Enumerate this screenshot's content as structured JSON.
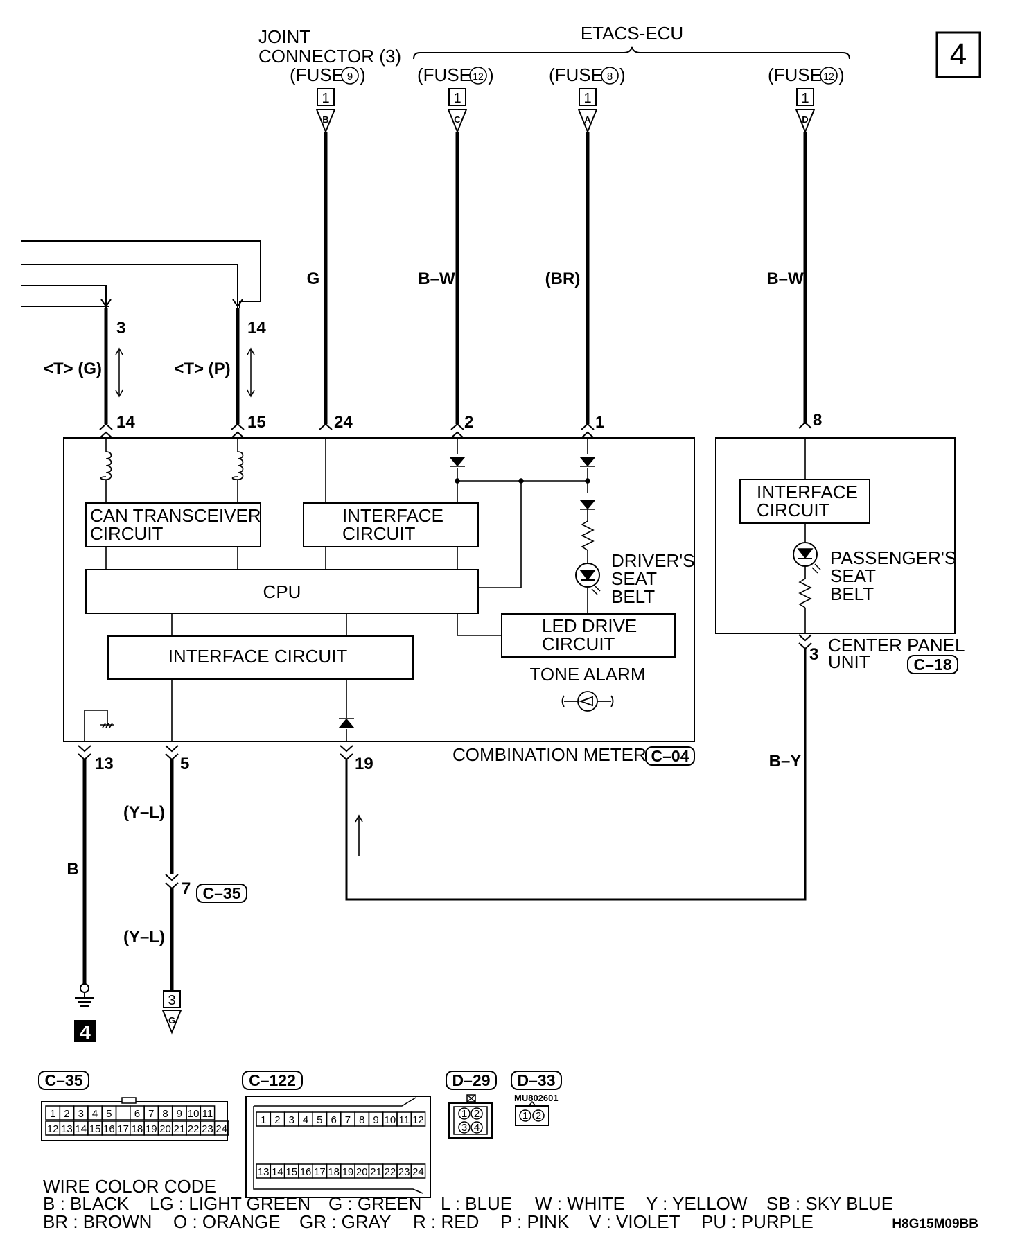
{
  "page_number": "4",
  "doc_code": "H8G15M09BB",
  "etacs_label": "ETACS-ECU",
  "joint_connector": [
    "JOINT",
    "CONNECTOR (3)"
  ],
  "fuses": [
    {
      "label": "(FUSE",
      "num": "9",
      "close": ")",
      "box": "1",
      "letter": "B"
    },
    {
      "label": "(FUSE",
      "num": "12",
      "close": ")",
      "box": "1",
      "letter": "C"
    },
    {
      "label": "(FUSE",
      "num": "8",
      "close": ")",
      "box": "1",
      "letter": "A"
    },
    {
      "label": "(FUSE",
      "num": "12",
      "close": ")",
      "box": "1",
      "letter": "D"
    }
  ],
  "wire_colors": {
    "g": "G",
    "bw1": "B–W",
    "br": "(BR)",
    "bw2": "B–W",
    "by": "B–Y",
    "b": "B",
    "yl1": "(Y–L)",
    "yl2": "(Y–L)",
    "t_g": "<T> (G)",
    "t_p": "<T> (P)"
  },
  "pins": {
    "p3": "3",
    "p14a": "14",
    "p14b": "14",
    "p15": "15",
    "p24": "24",
    "p2": "2",
    "p1": "1",
    "p8": "8",
    "p3cp": "3",
    "p13": "13",
    "p5": "5",
    "p19": "19",
    "p7": "7"
  },
  "blocks": {
    "can": [
      "CAN TRANSCEIVER",
      "CIRCUIT"
    ],
    "iface1": [
      "INTERFACE",
      "CIRCUIT"
    ],
    "cpu": "CPU",
    "iface2": "INTERFACE CIRCUIT",
    "led": [
      "LED DRIVE",
      "CIRCUIT"
    ],
    "tone": "TONE ALARM",
    "driver": [
      "DRIVER'S",
      "SEAT",
      "BELT"
    ],
    "iface3": [
      "INTERFACE",
      "CIRCUIT"
    ],
    "passenger": [
      "PASSENGER'S",
      "SEAT",
      "BELT"
    ],
    "cpu_unit": [
      "CENTER PANEL",
      "UNIT"
    ],
    "cpu_unit_conn": "C–18",
    "meter": "COMBINATION METER",
    "meter_conn": "C–04"
  },
  "c35_ref": "C–35",
  "ground_box": "4",
  "term_bottom": {
    "box": "3",
    "letter": "G"
  },
  "connectors": {
    "c35": {
      "name": "C–35",
      "row1": [
        "1",
        "2",
        "3",
        "4",
        "5",
        "",
        "6",
        "7",
        "8",
        "9",
        "10",
        "11"
      ],
      "row2": [
        "12",
        "13",
        "14",
        "15",
        "16",
        "17",
        "18",
        "19",
        "20",
        "21",
        "22",
        "23",
        "24"
      ]
    },
    "c122": {
      "name": "C–122",
      "row1": [
        "1",
        "2",
        "3",
        "4",
        "5",
        "6",
        "7",
        "8",
        "9",
        "10",
        "11",
        "12"
      ],
      "row2": [
        "13",
        "14",
        "15",
        "16",
        "17",
        "18",
        "19",
        "20",
        "21",
        "22",
        "23",
        "24"
      ]
    },
    "d29": {
      "name": "D–29",
      "pins": [
        "1",
        "2",
        "3",
        "4"
      ]
    },
    "d33": {
      "name": "D–33",
      "part": "MU802601",
      "pins": [
        "1",
        "2"
      ]
    }
  },
  "legend": {
    "title": "WIRE COLOR CODE",
    "line1": [
      "B : BLACK",
      "LG : LIGHT GREEN",
      "G : GREEN",
      "L : BLUE",
      "W : WHITE",
      "Y : YELLOW",
      "SB : SKY BLUE"
    ],
    "line2": [
      "BR : BROWN",
      "O : ORANGE",
      "GR : GRAY",
      "R : RED",
      "P : PINK",
      "V : VIOLET",
      "PU : PURPLE"
    ]
  }
}
